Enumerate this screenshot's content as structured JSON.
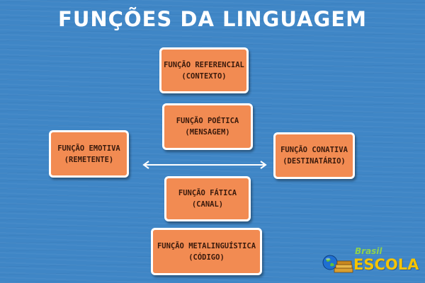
{
  "title": "FUNÇÕES DA LINGUAGEM",
  "boxes": {
    "referencial": {
      "line1": "FUNÇÃO REFERENCIAL",
      "line2": "(CONTEXTO)"
    },
    "poetica": {
      "line1": "FUNÇÃO POÉTICA",
      "line2": "(MENSAGEM)"
    },
    "emotiva": {
      "line1": "FUNÇÃO EMOTIVA",
      "line2": "(REMETENTE)"
    },
    "conativa": {
      "line1": "FUNÇÃO CONATIVA",
      "line2": "(DESTINATÁRIO)"
    },
    "fatica": {
      "line1": "FUNÇÃO FÁTICA",
      "line2": "(CANAL)"
    },
    "metalinguistica": {
      "line1": "FUNÇÃO METALINGUÍSTICA",
      "line2": "(CÓDIGO)"
    }
  },
  "logo": {
    "top": "Brasil",
    "bottom": "ESCOLA"
  },
  "colors": {
    "background": "#3f86c6",
    "box_fill": "#f28b52",
    "box_border": "#ffffff",
    "box_text": "#3a1a0c",
    "arrow": "#ffffff",
    "logo_escola": "#f5c400",
    "logo_brasil": "#8fd14f"
  },
  "icons": [
    "double-arrow-icon",
    "globe-icon",
    "books-icon"
  ]
}
